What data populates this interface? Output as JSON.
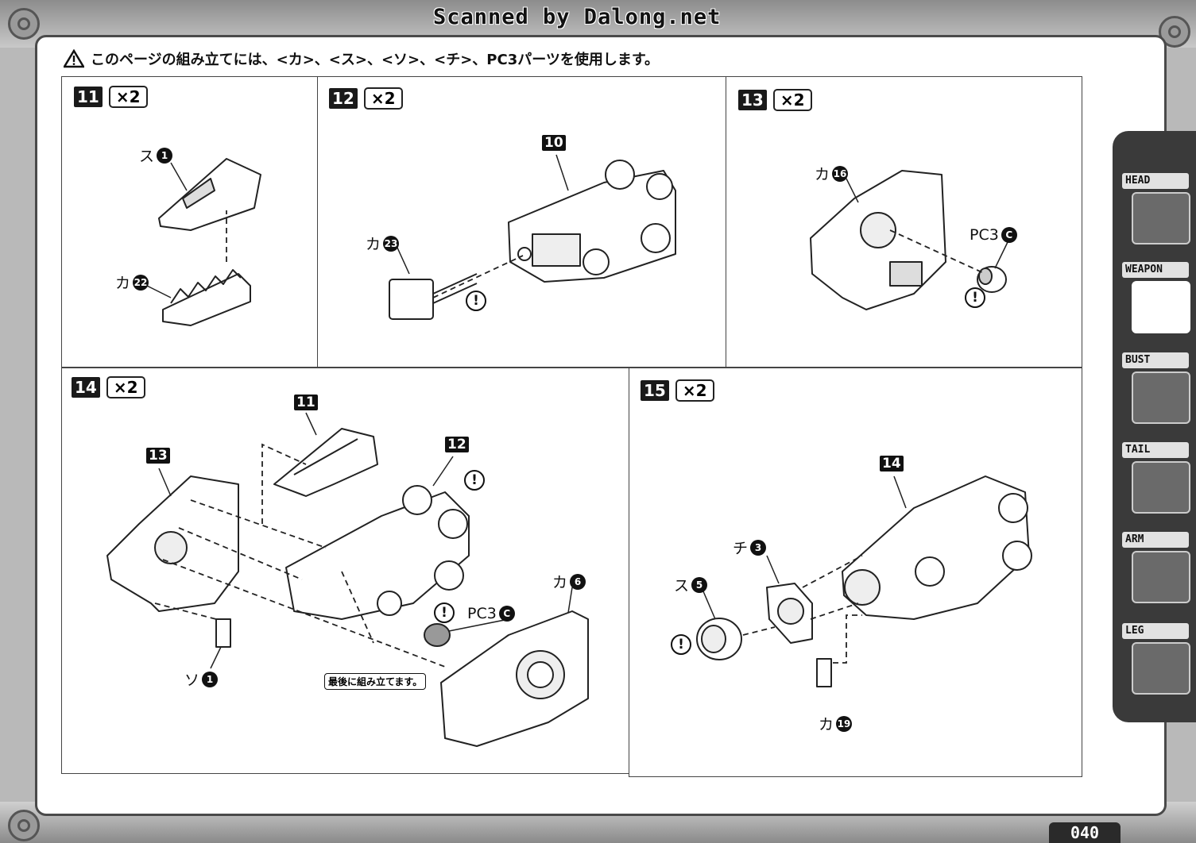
{
  "watermark": "Scanned by Dalong.net",
  "notice": "このページの組み立てには、<カ>、<ス>、<ソ>、<チ>、PC3パーツを使用します。",
  "steps": {
    "s11": {
      "num": "11",
      "mult": "×2",
      "part_a_name": "ス",
      "part_a_num": "1",
      "part_b_name": "カ",
      "part_b_num": "22"
    },
    "s12": {
      "num": "12",
      "mult": "×2",
      "ref": "10",
      "part_a_name": "カ",
      "part_a_num": "23",
      "alert": "!"
    },
    "s13": {
      "num": "13",
      "mult": "×2",
      "part_a_name": "カ",
      "part_a_num": "16",
      "part_b_name": "PC3",
      "part_b_num": "C",
      "alert": "!"
    },
    "s14": {
      "num": "14",
      "mult": "×2",
      "ref_a": "11",
      "ref_b": "13",
      "ref_c": "12",
      "part_a_name": "カ",
      "part_a_num": "6",
      "part_b_name": "PC3",
      "part_b_num": "C",
      "part_c_name": "ソ",
      "part_c_num": "1",
      "note": "最後に組み立てます。",
      "alert": "!"
    },
    "s15": {
      "num": "15",
      "mult": "×2",
      "ref": "14",
      "part_a_name": "チ",
      "part_a_num": "3",
      "part_b_name": "ス",
      "part_b_num": "5",
      "part_c_name": "カ",
      "part_c_num": "19",
      "alert": "!"
    }
  },
  "sidebar": {
    "items": [
      {
        "label": "HEAD",
        "icon": "head-icon",
        "active": false
      },
      {
        "label": "WEAPON",
        "icon": "weapon-icon",
        "active": true
      },
      {
        "label": "BUST",
        "icon": "bust-icon",
        "active": false
      },
      {
        "label": "TAIL",
        "icon": "tail-icon",
        "active": false
      },
      {
        "label": "ARM",
        "icon": "arm-icon",
        "active": false
      },
      {
        "label": "LEG",
        "icon": "leg-icon",
        "active": false
      }
    ]
  },
  "page_number": "040",
  "colors": {
    "ink": "#111111",
    "frame": "#4a4a4a",
    "sidebar": "#3a3a3a",
    "background": "#b9b9b9"
  }
}
